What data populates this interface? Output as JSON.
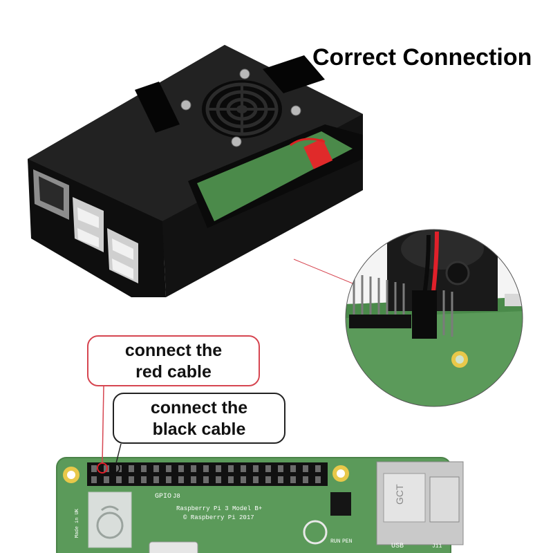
{
  "title": "Correct Connection",
  "callouts": {
    "red": {
      "line1": "connect the",
      "line2": "red cable"
    },
    "black": {
      "line1": "connect the",
      "line2": "black cable"
    }
  },
  "board_labels": {
    "gpio": "GPIO",
    "model": "Raspberry Pi 3 Model B+",
    "copyright": "© Raspberry Pi 2017",
    "j8": "J8",
    "usb": "USB",
    "j11": "J11",
    "run": "RUN",
    "pen": "PEN",
    "made_in": "Made in UK",
    "connector_brand": "GCT"
  },
  "colors": {
    "case": "#141414",
    "pcb": "#5b9a5a",
    "red_cable": "#e0202a",
    "callout_red": "#d64550"
  }
}
